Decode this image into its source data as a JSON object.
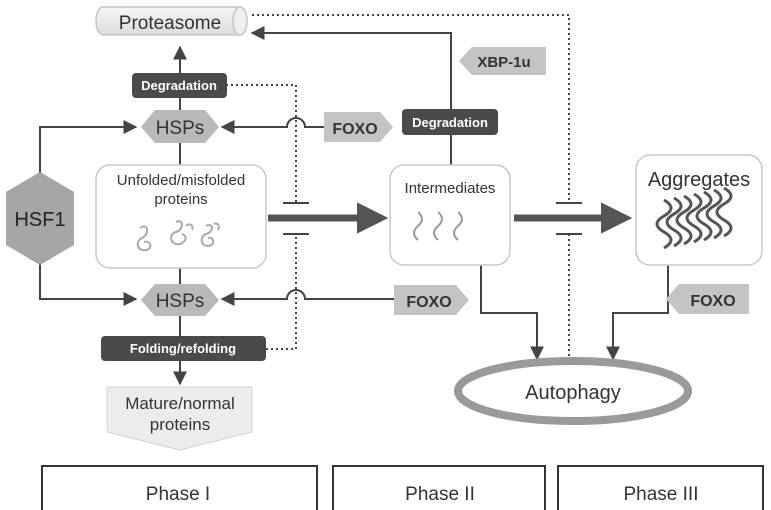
{
  "nodes": {
    "proteasome": "Proteasome",
    "hsf1": "HSF1",
    "hsps_top": "HSPs",
    "hsps_bottom": "HSPs",
    "unfolded_line1": "Unfolded/misfolded",
    "unfolded_line2": "proteins",
    "intermediates": "Intermediates",
    "aggregates": "Aggregates",
    "autophagy": "Autophagy",
    "mature_line1": "Mature/normal",
    "mature_line2": "proteins"
  },
  "tags": {
    "degradation_left": "Degradation",
    "degradation_mid": "Degradation",
    "folding": "Folding/refolding",
    "foxo_top": "FOXO",
    "foxo_mid": "FOXO",
    "foxo_right": "FOXO",
    "xbp": "XBP-1u"
  },
  "phases": [
    "Phase I",
    "Phase II",
    "Phase III"
  ],
  "colors": {
    "line": "#444444",
    "dark_tag": "#4a4a4a",
    "grey_tag": "#c4c4c4",
    "hsp_fill": "#b9b9b9",
    "hsf_fill": "#a6a6a6",
    "box_stroke": "#c8c8c8"
  }
}
